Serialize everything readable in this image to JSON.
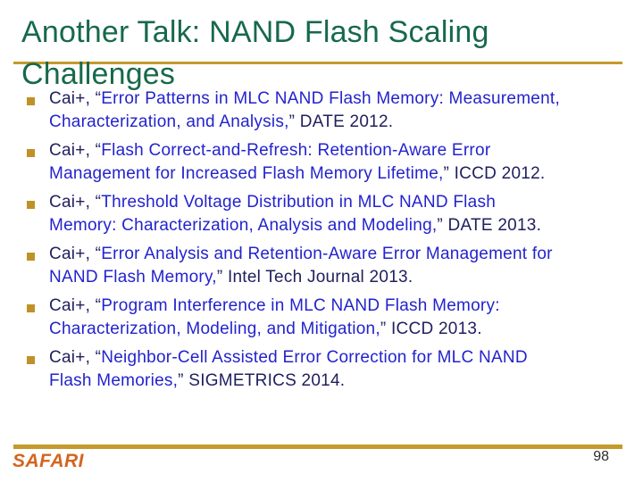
{
  "slide": {
    "title_lines": [
      "Another Talk: NAND Flash Scaling",
      "Challenges"
    ],
    "colors": {
      "title_green": "#17694B",
      "rule_gold": "#C49A2A",
      "bullet_gold": "#BE9226",
      "body_navy": "#20205E",
      "citation_blue": "#2323CE",
      "logo_orange": "#D3651F"
    },
    "bullets": [
      {
        "lines": [
          [
            {
              "t": "Cai+, “",
              "s": "navy"
            },
            {
              "t": "Error Patterns in MLC NAND Flash Memory: Measurement,",
              "s": "link"
            }
          ],
          [
            {
              "t": "Characterization, and Analysis,",
              "s": "link"
            },
            {
              "t": "” DATE 2012.",
              "s": "navy"
            }
          ]
        ]
      },
      {
        "lines": [
          [
            {
              "t": "Cai+, “",
              "s": "navy"
            },
            {
              "t": "Flash Correct-and-Refresh: Retention-Aware Error",
              "s": "link"
            }
          ],
          [
            {
              "t": "Management for Increased Flash Memory Lifetime,",
              "s": "link"
            },
            {
              "t": "” ICCD 2012.",
              "s": "navy"
            }
          ]
        ]
      },
      {
        "lines": [
          [
            {
              "t": "Cai+, “",
              "s": "navy"
            },
            {
              "t": "Threshold Voltage Distribution in MLC NAND Flash",
              "s": "link"
            }
          ],
          [
            {
              "t": "Memory: Characterization, Analysis and Modeling,",
              "s": "link"
            },
            {
              "t": "” DATE 2013.",
              "s": "navy"
            }
          ]
        ]
      },
      {
        "lines": [
          [
            {
              "t": "Cai+, “",
              "s": "navy"
            },
            {
              "t": "Error Analysis and Retention-Aware Error Management for",
              "s": "link"
            }
          ],
          [
            {
              "t": "NAND Flash Memory,",
              "s": "link"
            },
            {
              "t": "” Intel Tech Journal 2013.",
              "s": "navy"
            }
          ]
        ]
      },
      {
        "lines": [
          [
            {
              "t": "Cai+, “",
              "s": "navy"
            },
            {
              "t": "Program Interference in MLC NAND Flash Memory:",
              "s": "link"
            }
          ],
          [
            {
              "t": "Characterization, Modeling, and Mitigation,",
              "s": "link"
            },
            {
              "t": "” ICCD 2013.",
              "s": "navy"
            }
          ]
        ]
      },
      {
        "lines": [
          [
            {
              "t": "Cai+, “",
              "s": "navy"
            },
            {
              "t": "Neighbor-Cell Assisted Error Correction for MLC NAND",
              "s": "link"
            }
          ],
          [
            {
              "t": "Flash Memories,",
              "s": "link"
            },
            {
              "t": "” SIGMETRICS 2014.",
              "s": "navy"
            }
          ]
        ]
      }
    ],
    "footer": {
      "logo": "SAFARI",
      "page_number": "98"
    }
  }
}
